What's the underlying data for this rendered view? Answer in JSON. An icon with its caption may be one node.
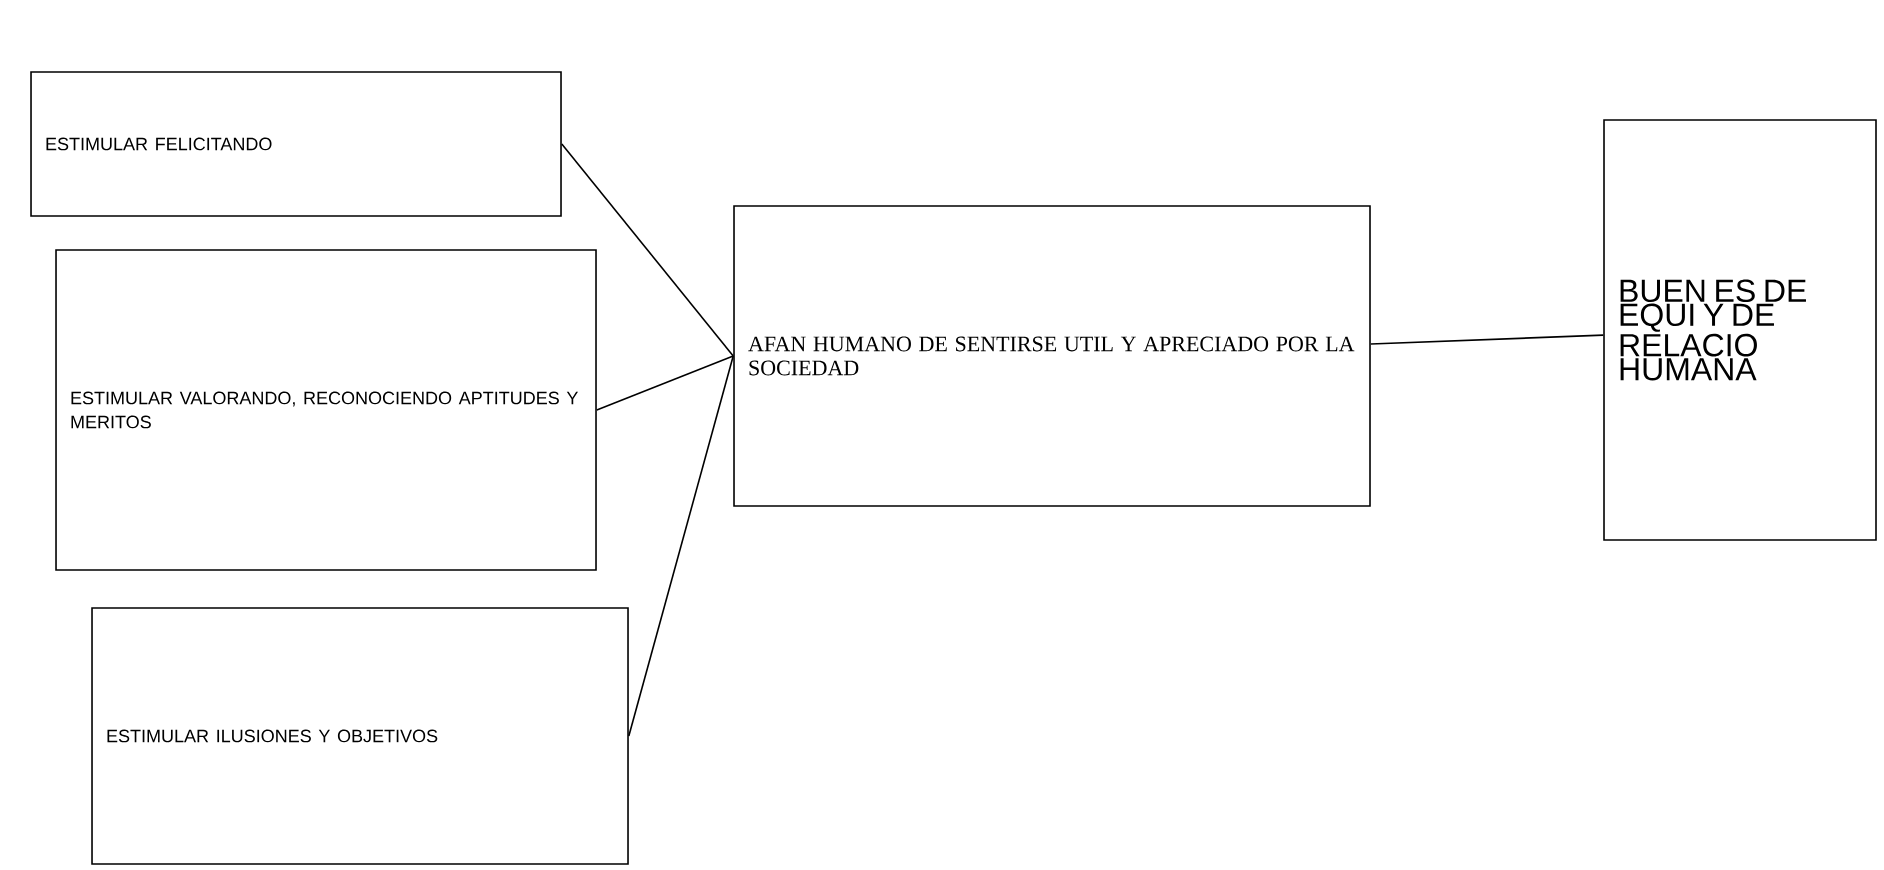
{
  "diagram": {
    "nodes": [
      {
        "text": [
          "ESTIMULAR FELICITANDO"
        ]
      },
      {
        "text": [
          "ESTIMULAR VALORANDO, RECONOCIENDO APTITUDES Y MERITOS"
        ]
      },
      {
        "text": [
          "ESTIMULAR ILUSIONES Y OBJETIVOS"
        ]
      },
      {
        "text": [
          "AFAN HUMANO DE SENTIRSE UTIL Y APRECIADO POR LA SOCIEDAD"
        ]
      },
      {
        "text": [
          "BUEN ES DE EQUI Y DE RELACIO HUMANA"
        ]
      }
    ],
    "edges": [
      {
        "from": 0,
        "to": 3,
        "arrow": "none"
      },
      {
        "from": 1,
        "to": 3,
        "arrow": "none"
      },
      {
        "from": 2,
        "to": 3,
        "arrow": "none"
      },
      {
        "from": 3,
        "to": 4,
        "arrow": "none"
      }
    ]
  }
}
